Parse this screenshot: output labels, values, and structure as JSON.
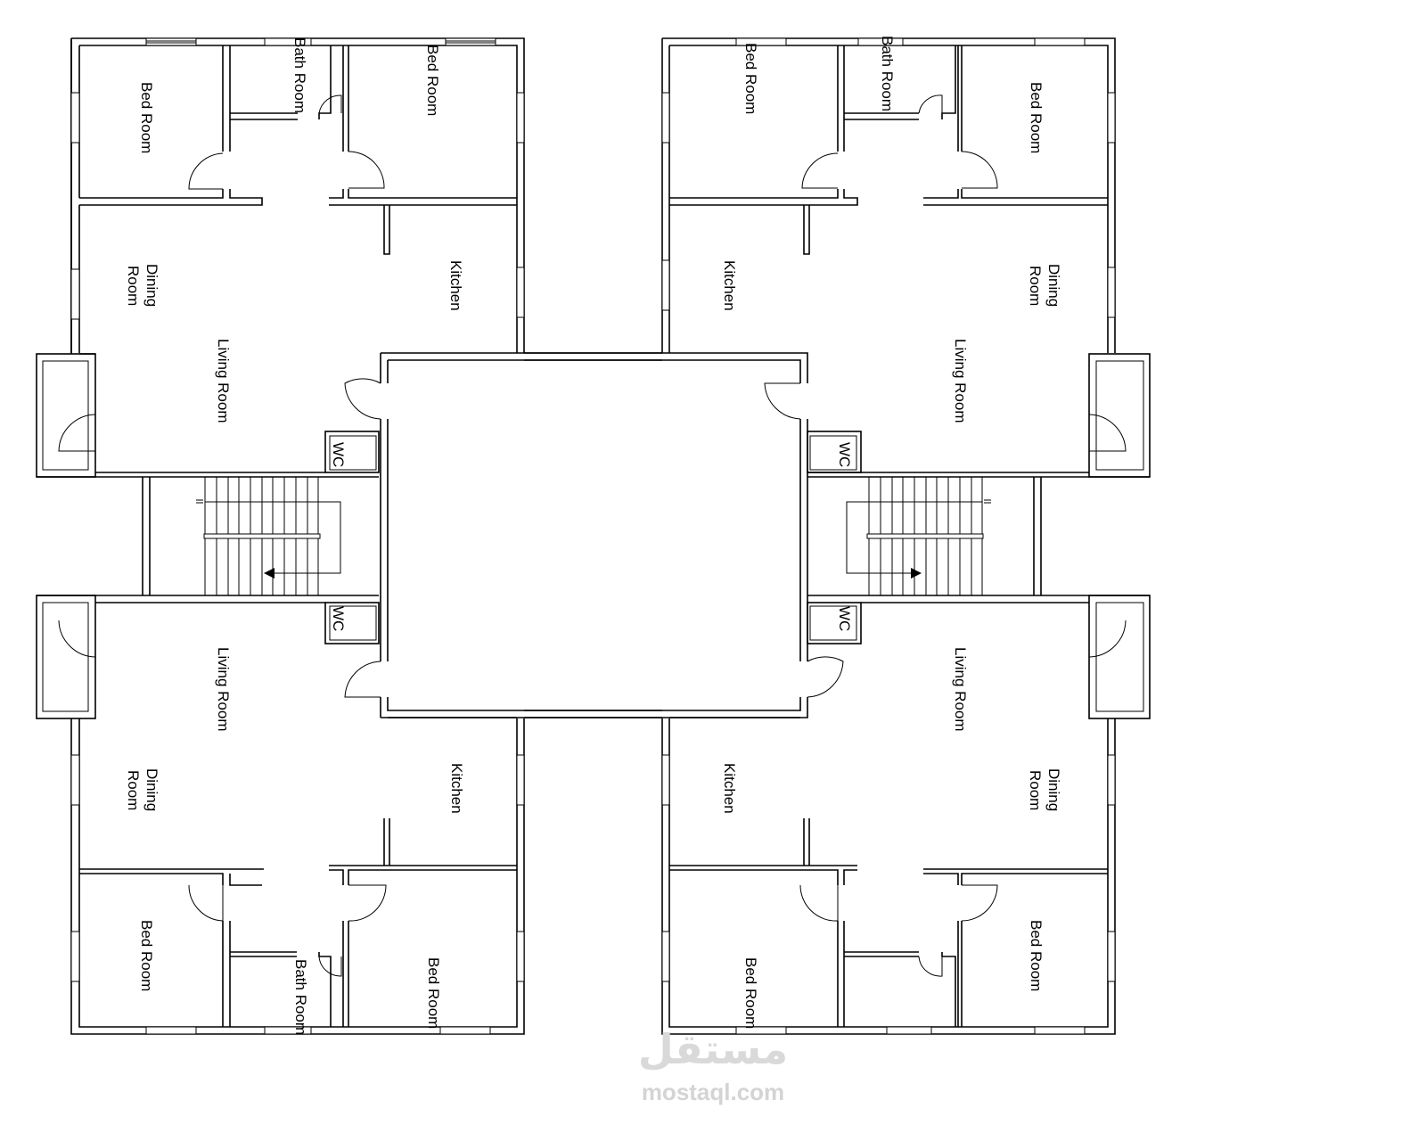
{
  "drawing": {
    "type": "architectural-floor-plan",
    "units": 4,
    "core_label": ""
  },
  "labels": {
    "bed_room": "Bed Room",
    "bath_room": "Bath Room",
    "dining_line1": "Dining",
    "dining_line2": "Room",
    "kitchen": "Kitchen",
    "living_room": "Living Room",
    "wc": "WC"
  },
  "units": [
    {
      "id": "top-left",
      "rooms": [
        "Bed Room",
        "Bath Room",
        "Bed Room",
        "Dining Room",
        "Kitchen",
        "Living Room",
        "WC"
      ]
    },
    {
      "id": "top-right",
      "rooms": [
        "Bed Room",
        "Bath Room",
        "Bed Room",
        "Kitchen",
        "Dining Room",
        "Living Room",
        "WC"
      ]
    },
    {
      "id": "bottom-left",
      "rooms": [
        "Living Room",
        "WC",
        "Dining Room",
        "Kitchen",
        "Bed Room",
        "Bath Room",
        "Bed Room"
      ]
    },
    {
      "id": "bottom-right",
      "rooms": [
        "Living Room",
        "WC",
        "Kitchen",
        "Dining Room",
        "Bed Room",
        "Bed Room"
      ]
    }
  ],
  "watermark": {
    "logo_text": "مستقل",
    "site": "mostaql.com",
    "color": "#d4d4d4"
  }
}
